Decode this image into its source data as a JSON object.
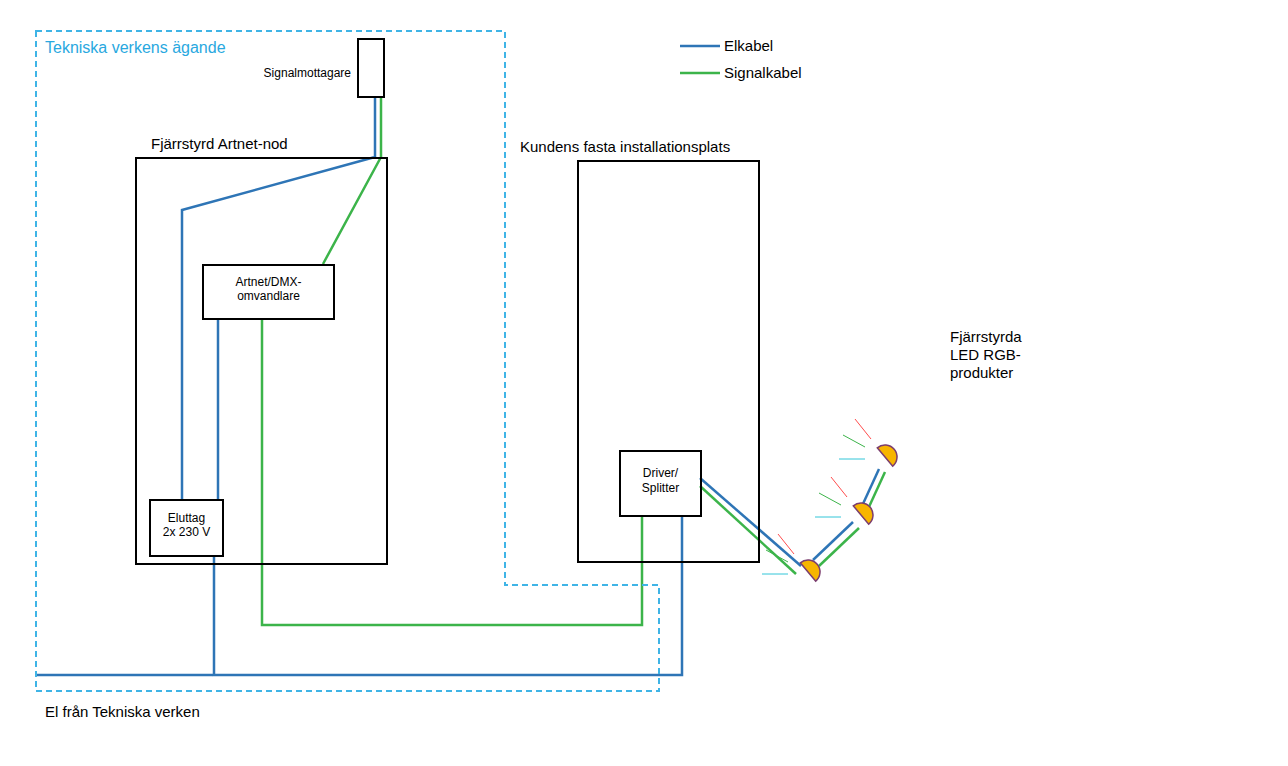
{
  "diagram": {
    "nodes": [
      {
        "text": [
          "Tekniska verkens ägande"
        ]
      },
      {
        "text": [
          "Signalmottagare"
        ],
        "in": 0
      },
      {
        "text": [
          "Fjärrstyrd Artnet-nod"
        ],
        "in": 0
      },
      {
        "text": [
          "Artnet/DMX- omvandlare"
        ],
        "in": 2
      },
      {
        "text": [
          "Eluttag 2x 230 V"
        ],
        "in": 2
      },
      {
        "text": [
          "Kundens fasta installationsplats"
        ]
      },
      {
        "text": [
          "Driver/ Splitter"
        ],
        "in": 5
      }
    ],
    "edges": [
      {
        "from": 1,
        "to": 3,
        "arrow": "none"
      },
      {
        "from": 1,
        "to": 4,
        "arrow": "none"
      },
      {
        "from": 3,
        "to": 4,
        "arrow": "none"
      },
      {
        "from": 3,
        "to": 6,
        "arrow": "none"
      },
      {
        "from": 4,
        "to": 6,
        "arrow": "none"
      }
    ],
    "labels": [
      "Fjärrstyrda LED RGB-produkter",
      "El från Tekniska verken"
    ],
    "legend": [
      {
        "text": "Elkabel"
      },
      {
        "text": "Signalkabel"
      }
    ]
  }
}
